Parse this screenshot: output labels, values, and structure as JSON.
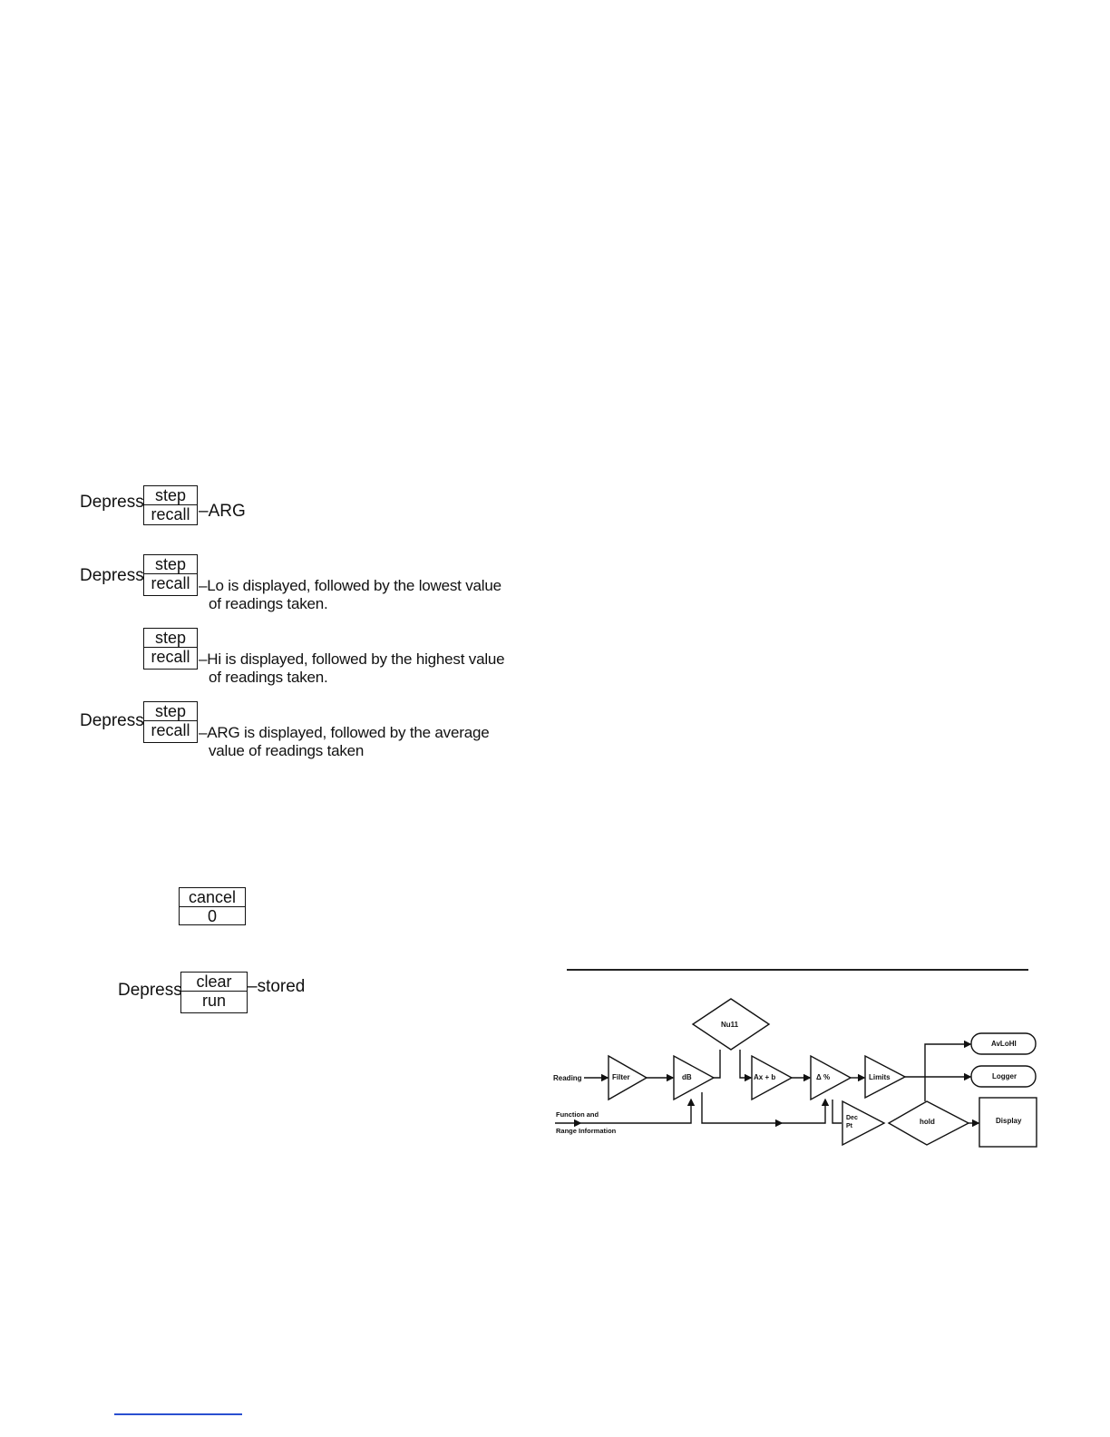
{
  "steps": {
    "step1": {
      "depress": "Depress",
      "key_top": "step",
      "key_bottom": "recall",
      "text": "–ARG"
    },
    "step2": {
      "depress": "Depress",
      "key_top": "step",
      "key_bottom": "recall",
      "line1": "–Lo is displayed, followed by the lowest value",
      "line2": "of readings taken."
    },
    "step3": {
      "key_top": "step",
      "key_bottom": "recall",
      "line1": "–Hi is displayed, followed by the highest value",
      "line2": "of readings taken."
    },
    "step4": {
      "depress": "Depress",
      "key_top": "step",
      "key_bottom": "recall",
      "line1": "–ARG is displayed, followed by the average",
      "line2": "value of readings taken"
    },
    "cancel_key": {
      "key_top": "cancel",
      "key_bottom": "0"
    },
    "clear_step": {
      "depress": "Depress",
      "key_top": "clear",
      "key_bottom": "run",
      "text": "–stored"
    }
  },
  "diagram": {
    "nodes": {
      "reading": "Reading",
      "filter": "Filter",
      "db": "dB",
      "null": "Nu11",
      "axb": "Ax + b",
      "delta": "Δ %",
      "limits": "Limits",
      "dec_line1": "Dec",
      "dec_line2": "Pt",
      "hold": "hold",
      "avlohi": "AvLoHI",
      "logger": "Logger",
      "display": "Display",
      "function_line1": "Function and",
      "function_line2": "Range Information"
    }
  }
}
